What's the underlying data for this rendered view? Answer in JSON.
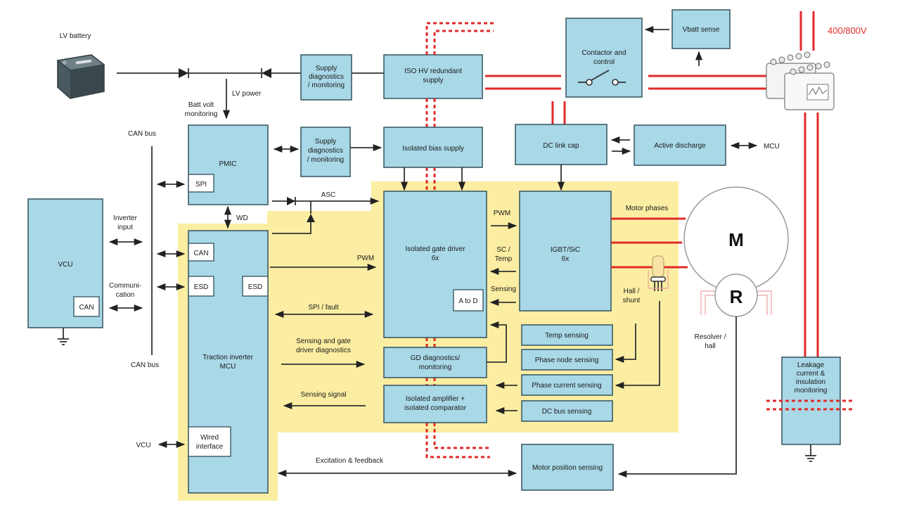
{
  "diagram": {
    "title": "EV traction inverter system block diagram",
    "colors": {
      "block_fill": "#a9d8e7",
      "zone_fill": "#fbeea2",
      "hv_red": "#e12a2a",
      "line": "#333333"
    },
    "voltage_label": "400/800V",
    "components": {
      "lv_battery": "LV battery",
      "supply_diag_1": [
        "Supply",
        "diagnostics",
        "/ monitoring"
      ],
      "iso_hv_supply": [
        "ISO HV redundant",
        "supply"
      ],
      "contactor": [
        "Contactor and",
        "control"
      ],
      "vbatt_sense": "Vbatt sense",
      "pmic": "PMIC",
      "pmic_spi": "SPI",
      "supply_diag_2": [
        "Supply",
        "diagnostics",
        "/ monitoring"
      ],
      "isolated_bias": "Isolated bias supply",
      "dc_link_cap": "DC link cap",
      "active_discharge": "Active discharge",
      "vcu": "VCU",
      "vcu_can": "CAN",
      "mcu": [
        "Traction inverter",
        "MCU"
      ],
      "mcu_can": "CAN",
      "mcu_esd_left": "ESD",
      "mcu_esd_right": "ESD",
      "mcu_wired": [
        "Wired",
        "interface"
      ],
      "gate_driver": [
        "Isolated gate driver",
        "6x"
      ],
      "a_to_d": "A to D",
      "igbt": [
        "IGBT/SiC",
        "6x"
      ],
      "gd_diag": [
        "GD diagnostics/",
        "monitoring"
      ],
      "iso_amp": [
        "Isolated amplifier +",
        "isolated comparator"
      ],
      "temp_sensing": "Temp sensing",
      "phase_node": "Phase node sensing",
      "phase_current": "Phase current sensing",
      "dc_bus": "DC bus sensing",
      "motor_position": "Motor position sensing",
      "motor": "M",
      "resolver": "R",
      "leakage": [
        "Leakage",
        "current &",
        "insulation",
        "monitoring"
      ]
    },
    "signals": {
      "lv_power": "LV power",
      "batt_volt": [
        "Batt volt",
        "monitoring"
      ],
      "can_bus_top": "CAN bus",
      "can_bus_bottom": "CAN bus",
      "inverter_input": [
        "Inverter",
        "input"
      ],
      "communication": [
        "Communi-",
        "cation"
      ],
      "wd": "WD",
      "asc": "ASC",
      "pwm_mcu": "PWM",
      "pwm_gd": "PWM",
      "sc_temp": [
        "SC /",
        "Temp"
      ],
      "sensing": "Sensing",
      "spi_fault": "SPI / fault",
      "sensing_gd_diag": [
        "Sensing and gate",
        "driver diagnostics"
      ],
      "sensing_signal": "Sensing signal",
      "excitation": "Excitation & feedback",
      "motor_phases": "Motor phases",
      "hall_shunt": [
        "Hall /",
        "shunt"
      ],
      "resolver_hall": [
        "Resolver /",
        "hall"
      ],
      "mcu_right": "MCU",
      "vcu_left": "VCU"
    }
  }
}
